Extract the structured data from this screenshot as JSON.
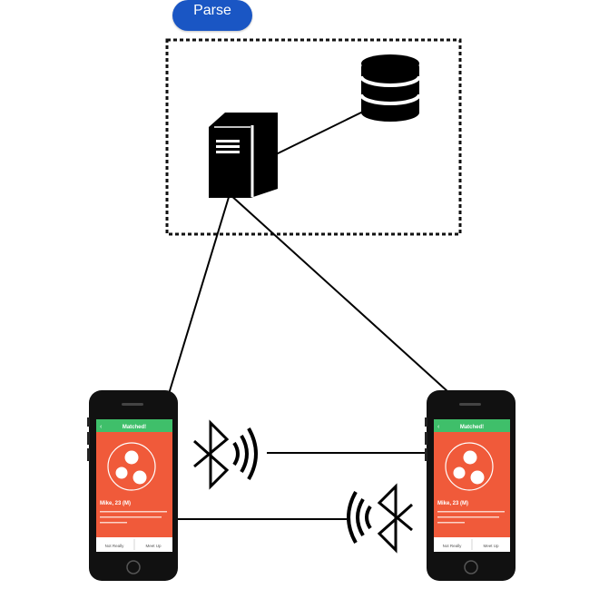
{
  "parse_label": "Parse",
  "phones": [
    {
      "header_title": "Matched!",
      "profile_name": "Mike, 23 (M)",
      "button_left": "Not Really",
      "button_right": "Meet Up"
    },
    {
      "header_title": "Matched!",
      "profile_name": "Mike, 23 (M)",
      "button_left": "Not Really",
      "button_right": "Meet Up"
    }
  ],
  "colors": {
    "parse_badge": "#1a56c4",
    "phone_screen": "#f05a3a",
    "phone_header": "#3fbf6a",
    "phone_body": "#111111"
  },
  "icons": [
    "server-icon",
    "database-icon",
    "bluetooth-icon"
  ]
}
